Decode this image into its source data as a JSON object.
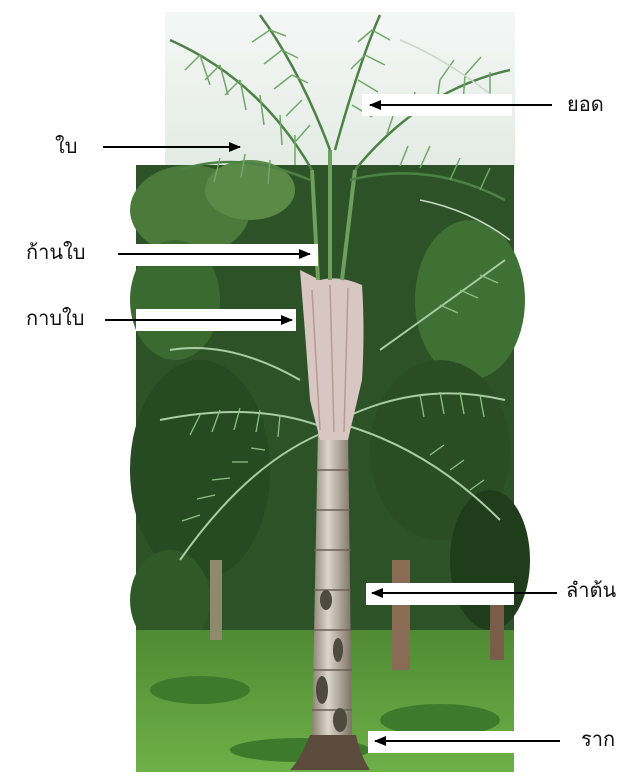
{
  "labels": {
    "shoot": "ยอด",
    "leaf": "ใบ",
    "petiole": "ก้านใบ",
    "leaf_sheath": "กาบใบ",
    "trunk": "ลำต้น",
    "root": "ราก"
  },
  "colors": {
    "sky": "#f3f6f4",
    "forest_dark": "#1e3a1c",
    "forest_mid": "#3d6b34",
    "frond": "#5f9a5a",
    "frond_light": "#a8cfa2",
    "trunk": "#c9c2b5",
    "trunk_dark": "#6a5f52",
    "grass": "#5e9a3c",
    "arrow": "#000000"
  }
}
